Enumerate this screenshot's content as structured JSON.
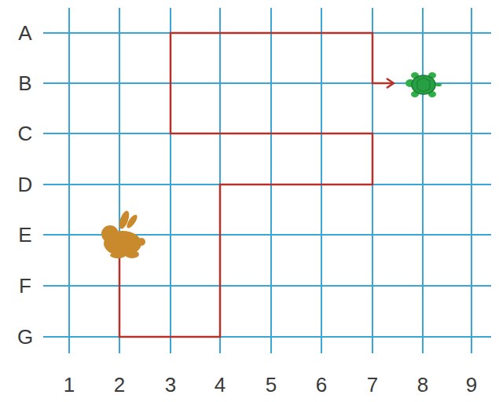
{
  "diagram": {
    "labels": [
      "A",
      "B",
      "C",
      "D",
      "E",
      "F",
      "G",
      "1",
      "2",
      "3",
      "4",
      "5",
      "6",
      "7",
      "8",
      "9"
    ]
  }
}
